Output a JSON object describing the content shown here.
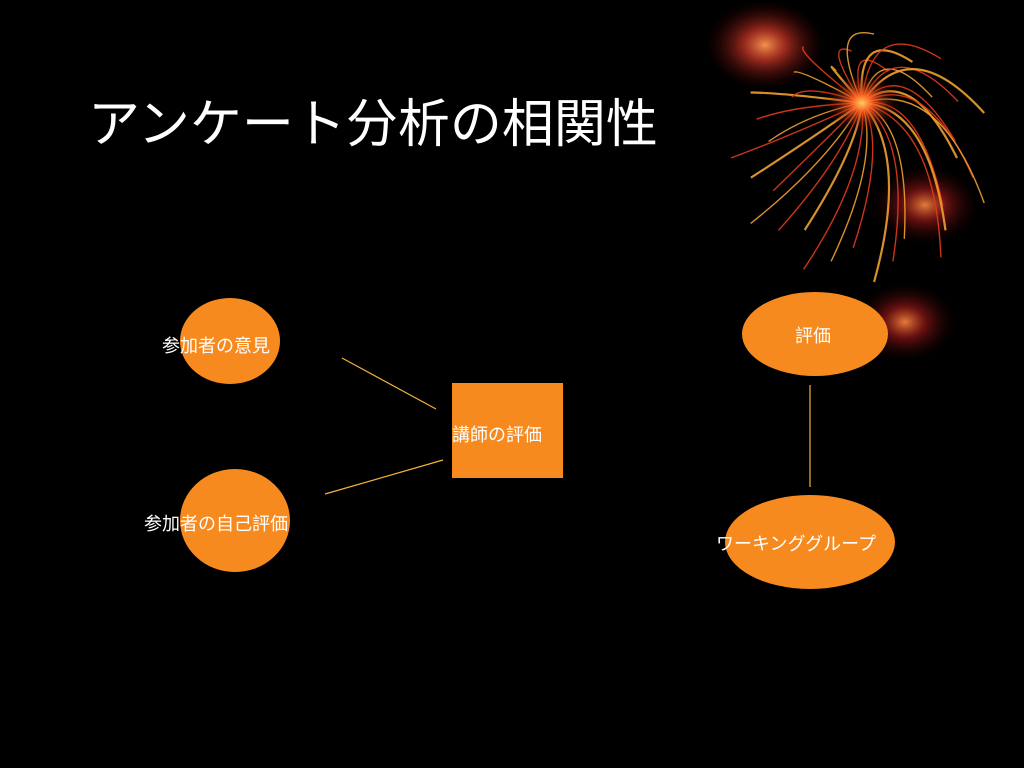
{
  "slide": {
    "title": "アンケート分析の相関性"
  },
  "diagram": {
    "nodes": [
      {
        "id": "participant-opinion",
        "label": "参加者の意見",
        "shape": "ellipse"
      },
      {
        "id": "participant-self-eval",
        "label": "参加者の自己評価",
        "shape": "ellipse"
      },
      {
        "id": "instructor-eval",
        "label": "講師の評価",
        "shape": "rectangle"
      },
      {
        "id": "evaluation",
        "label": "評価",
        "shape": "ellipse"
      },
      {
        "id": "working-group",
        "label": "ワーキンググループ",
        "shape": "ellipse"
      }
    ],
    "edges": [
      {
        "from": "participant-opinion",
        "to": "instructor-eval"
      },
      {
        "from": "participant-self-eval",
        "to": "instructor-eval"
      },
      {
        "from": "evaluation",
        "to": "working-group"
      }
    ]
  },
  "colors": {
    "background": "#000000",
    "node_fill": "#f78a1f",
    "connector": "#f5b23a",
    "text": "#ffffff"
  }
}
